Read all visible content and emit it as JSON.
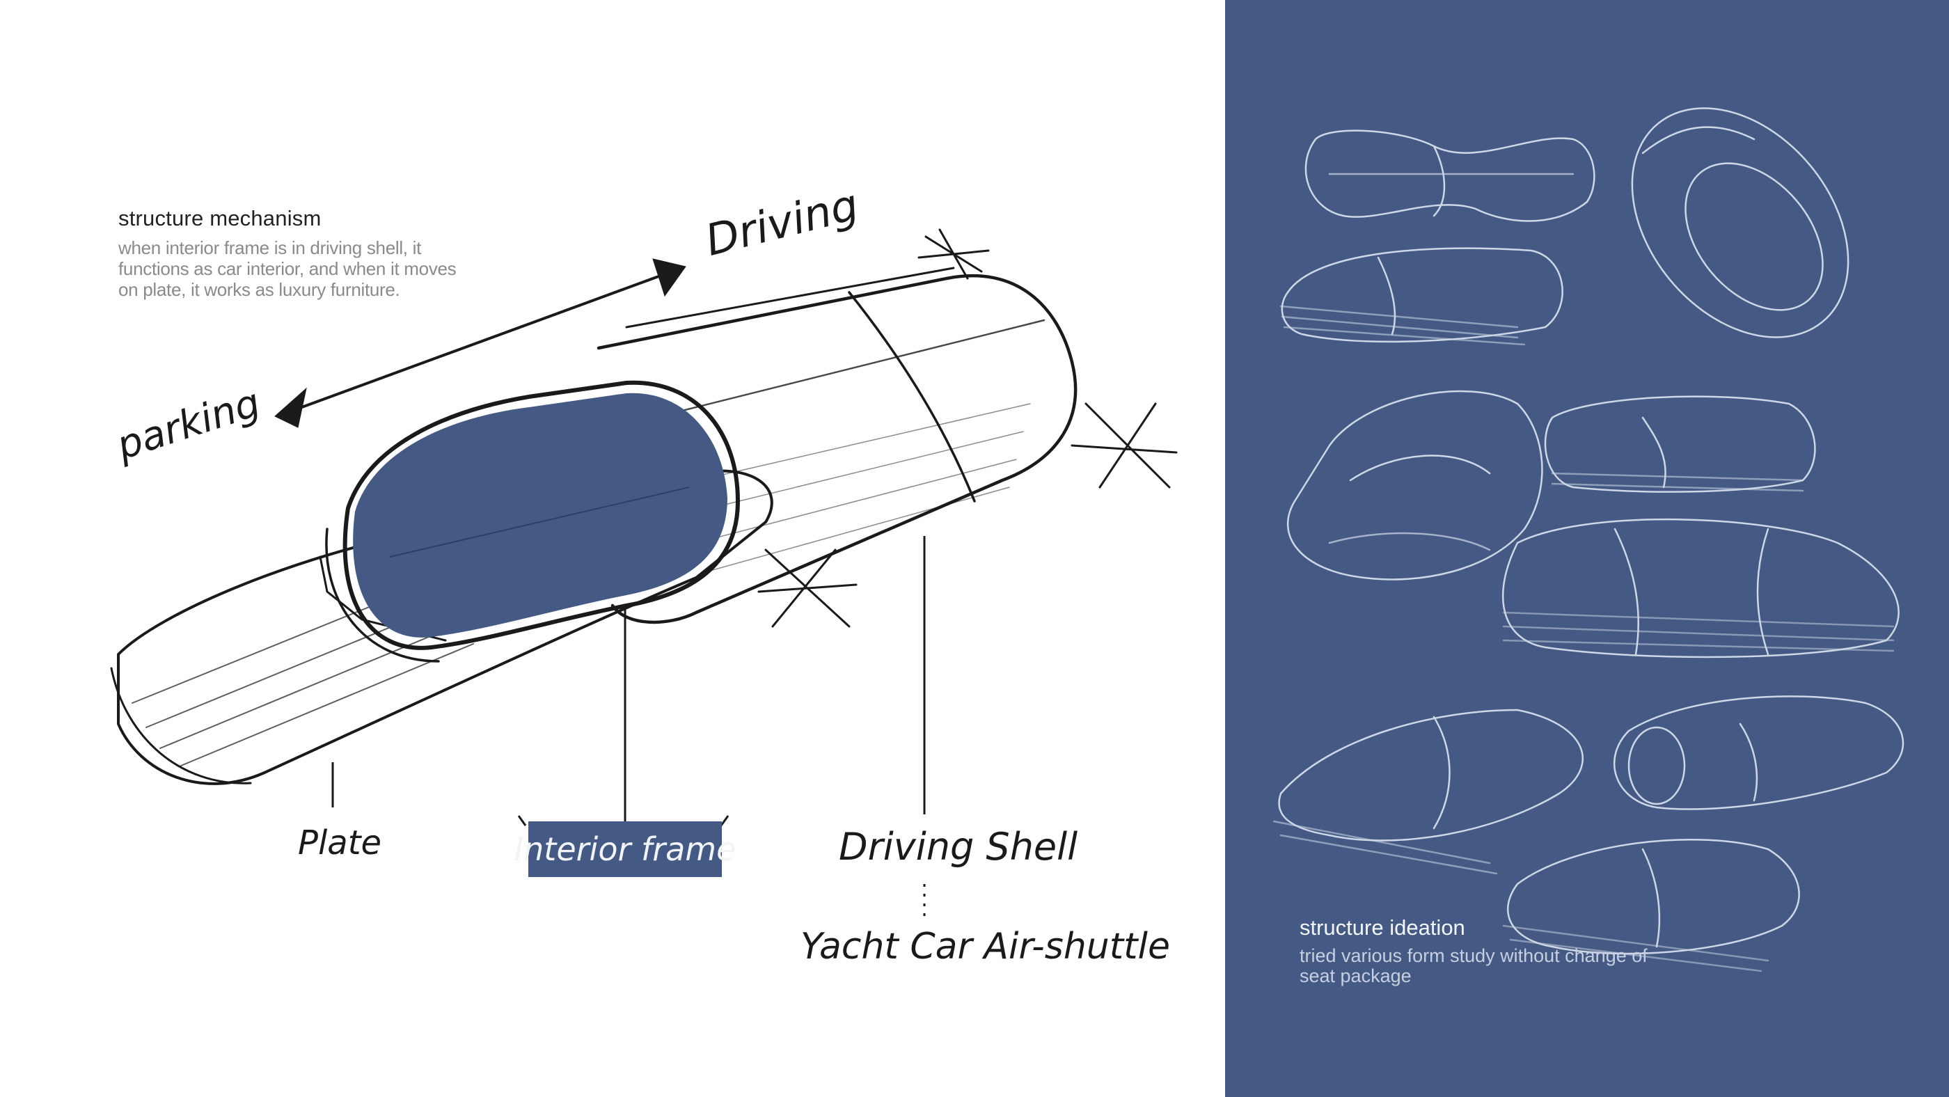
{
  "colors": {
    "accent_blue": "#445a84",
    "ink": "#1a1a1a",
    "white": "#ffffff"
  },
  "mechanism": {
    "title": "structure mechanism",
    "description": "when interior frame is in driving shell, it functions as car interior, and when it moves on plate, it works as luxury furniture."
  },
  "arrow_labels": {
    "driving": "Driving",
    "parking": "parking"
  },
  "parts": {
    "plate": "Plate",
    "interior_frame": "Interior frame",
    "driving_shell": "Driving Shell",
    "variants": "Yacht  Car  Air-shuttle"
  },
  "ideation": {
    "title": "structure ideation",
    "description": "tried various form study without change of seat package"
  }
}
